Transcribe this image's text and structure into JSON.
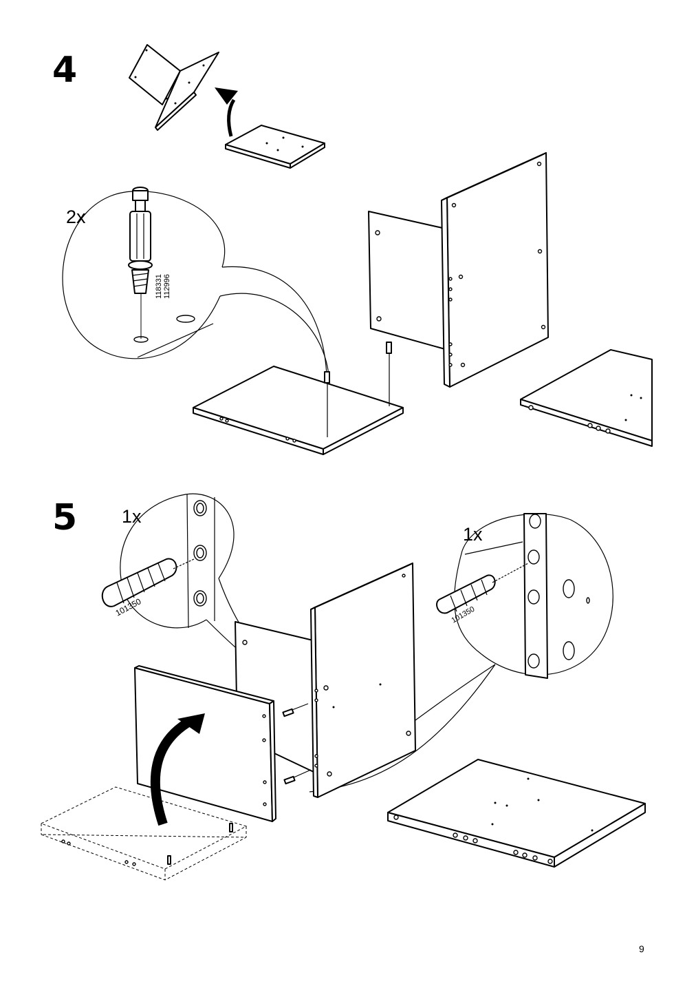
{
  "page": {
    "number": "9"
  },
  "steps": [
    {
      "number": "4",
      "quantity": "2x",
      "part_numbers": [
        "118331",
        "112996"
      ]
    },
    {
      "number": "5",
      "callouts": [
        {
          "quantity": "1x",
          "part_number": "101350"
        },
        {
          "quantity": "1x",
          "part_number": "101350"
        }
      ]
    }
  ],
  "icons": [
    "rotate-arrow-icon",
    "cam-lock-bolt-icon",
    "wooden-dowel-icon"
  ]
}
